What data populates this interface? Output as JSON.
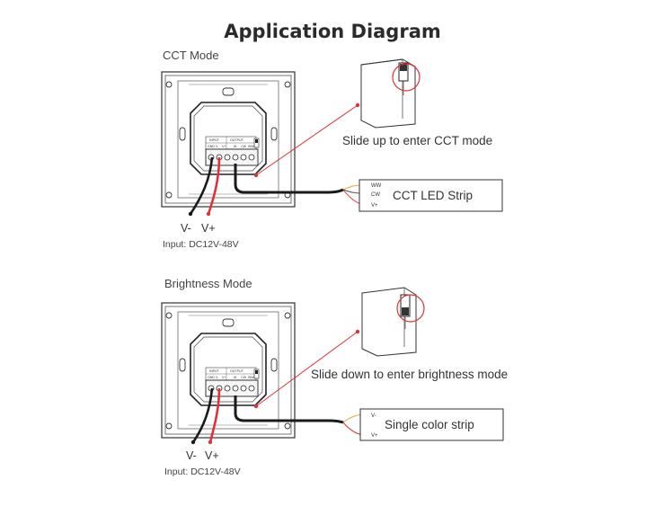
{
  "title": "Application Diagram",
  "colors": {
    "pointer": "#e0303a",
    "positive_wire": "#e0303a",
    "negative_wire": "#1a1a1a",
    "ww_wire": "#e8a33a",
    "line": "#333333"
  },
  "cct": {
    "section_label": "CCT Mode",
    "switch_caption": "Slide up to enter CCT mode",
    "strip_label": "CCT LED Strip",
    "strip_pins": [
      "WW",
      "CW",
      "V+"
    ],
    "wire_neg": "V-",
    "wire_pos": "V+",
    "input_text": "Input: DC12V-48V"
  },
  "brightness": {
    "section_label": "Brightness Mode",
    "switch_caption": "Slide down to enter brightness mode",
    "strip_label": "Single color strip",
    "strip_pins": [
      "V-",
      "V+"
    ],
    "wire_neg": "V-",
    "wire_pos": "V+",
    "input_text": "Input: DC12V-48V"
  },
  "terminal": {
    "input_label": "INPUT",
    "output_label": "OUTPUT",
    "input_pins": [
      "GND",
      "V-",
      "V+"
    ],
    "output_pins": [
      "W",
      "CW",
      "WW"
    ]
  }
}
